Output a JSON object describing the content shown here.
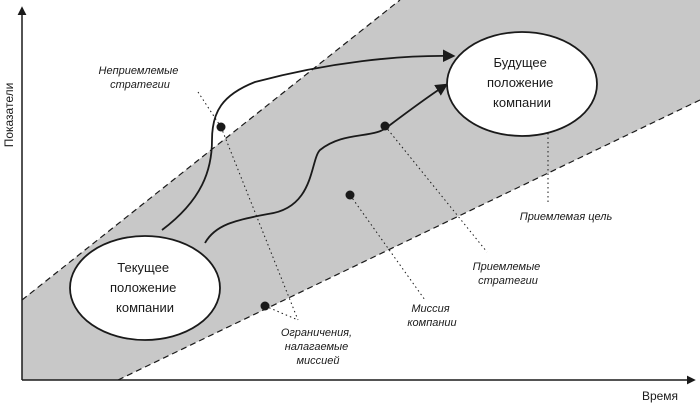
{
  "axes": {
    "y_label": "Показатели",
    "x_label": "Время"
  },
  "nodes": {
    "current": [
      "Текущее",
      "положение",
      "компании"
    ],
    "future": [
      "Будущее",
      "положение",
      "компании"
    ]
  },
  "annotations": {
    "unacceptable_strategies": [
      "Неприемлемые",
      "стратегии"
    ],
    "acceptable_goal": [
      "Приемлемая цель"
    ],
    "acceptable_strategies": [
      "Приемлемые",
      "стратегии"
    ],
    "company_mission": [
      "Миссия",
      "компании"
    ],
    "mission_constraints": [
      "Ограничения,",
      "налагаемые",
      "миссией"
    ]
  },
  "colors": {
    "band_fill": "#c8c8c8",
    "ink": "#1a1a1a",
    "background": "#ffffff"
  }
}
